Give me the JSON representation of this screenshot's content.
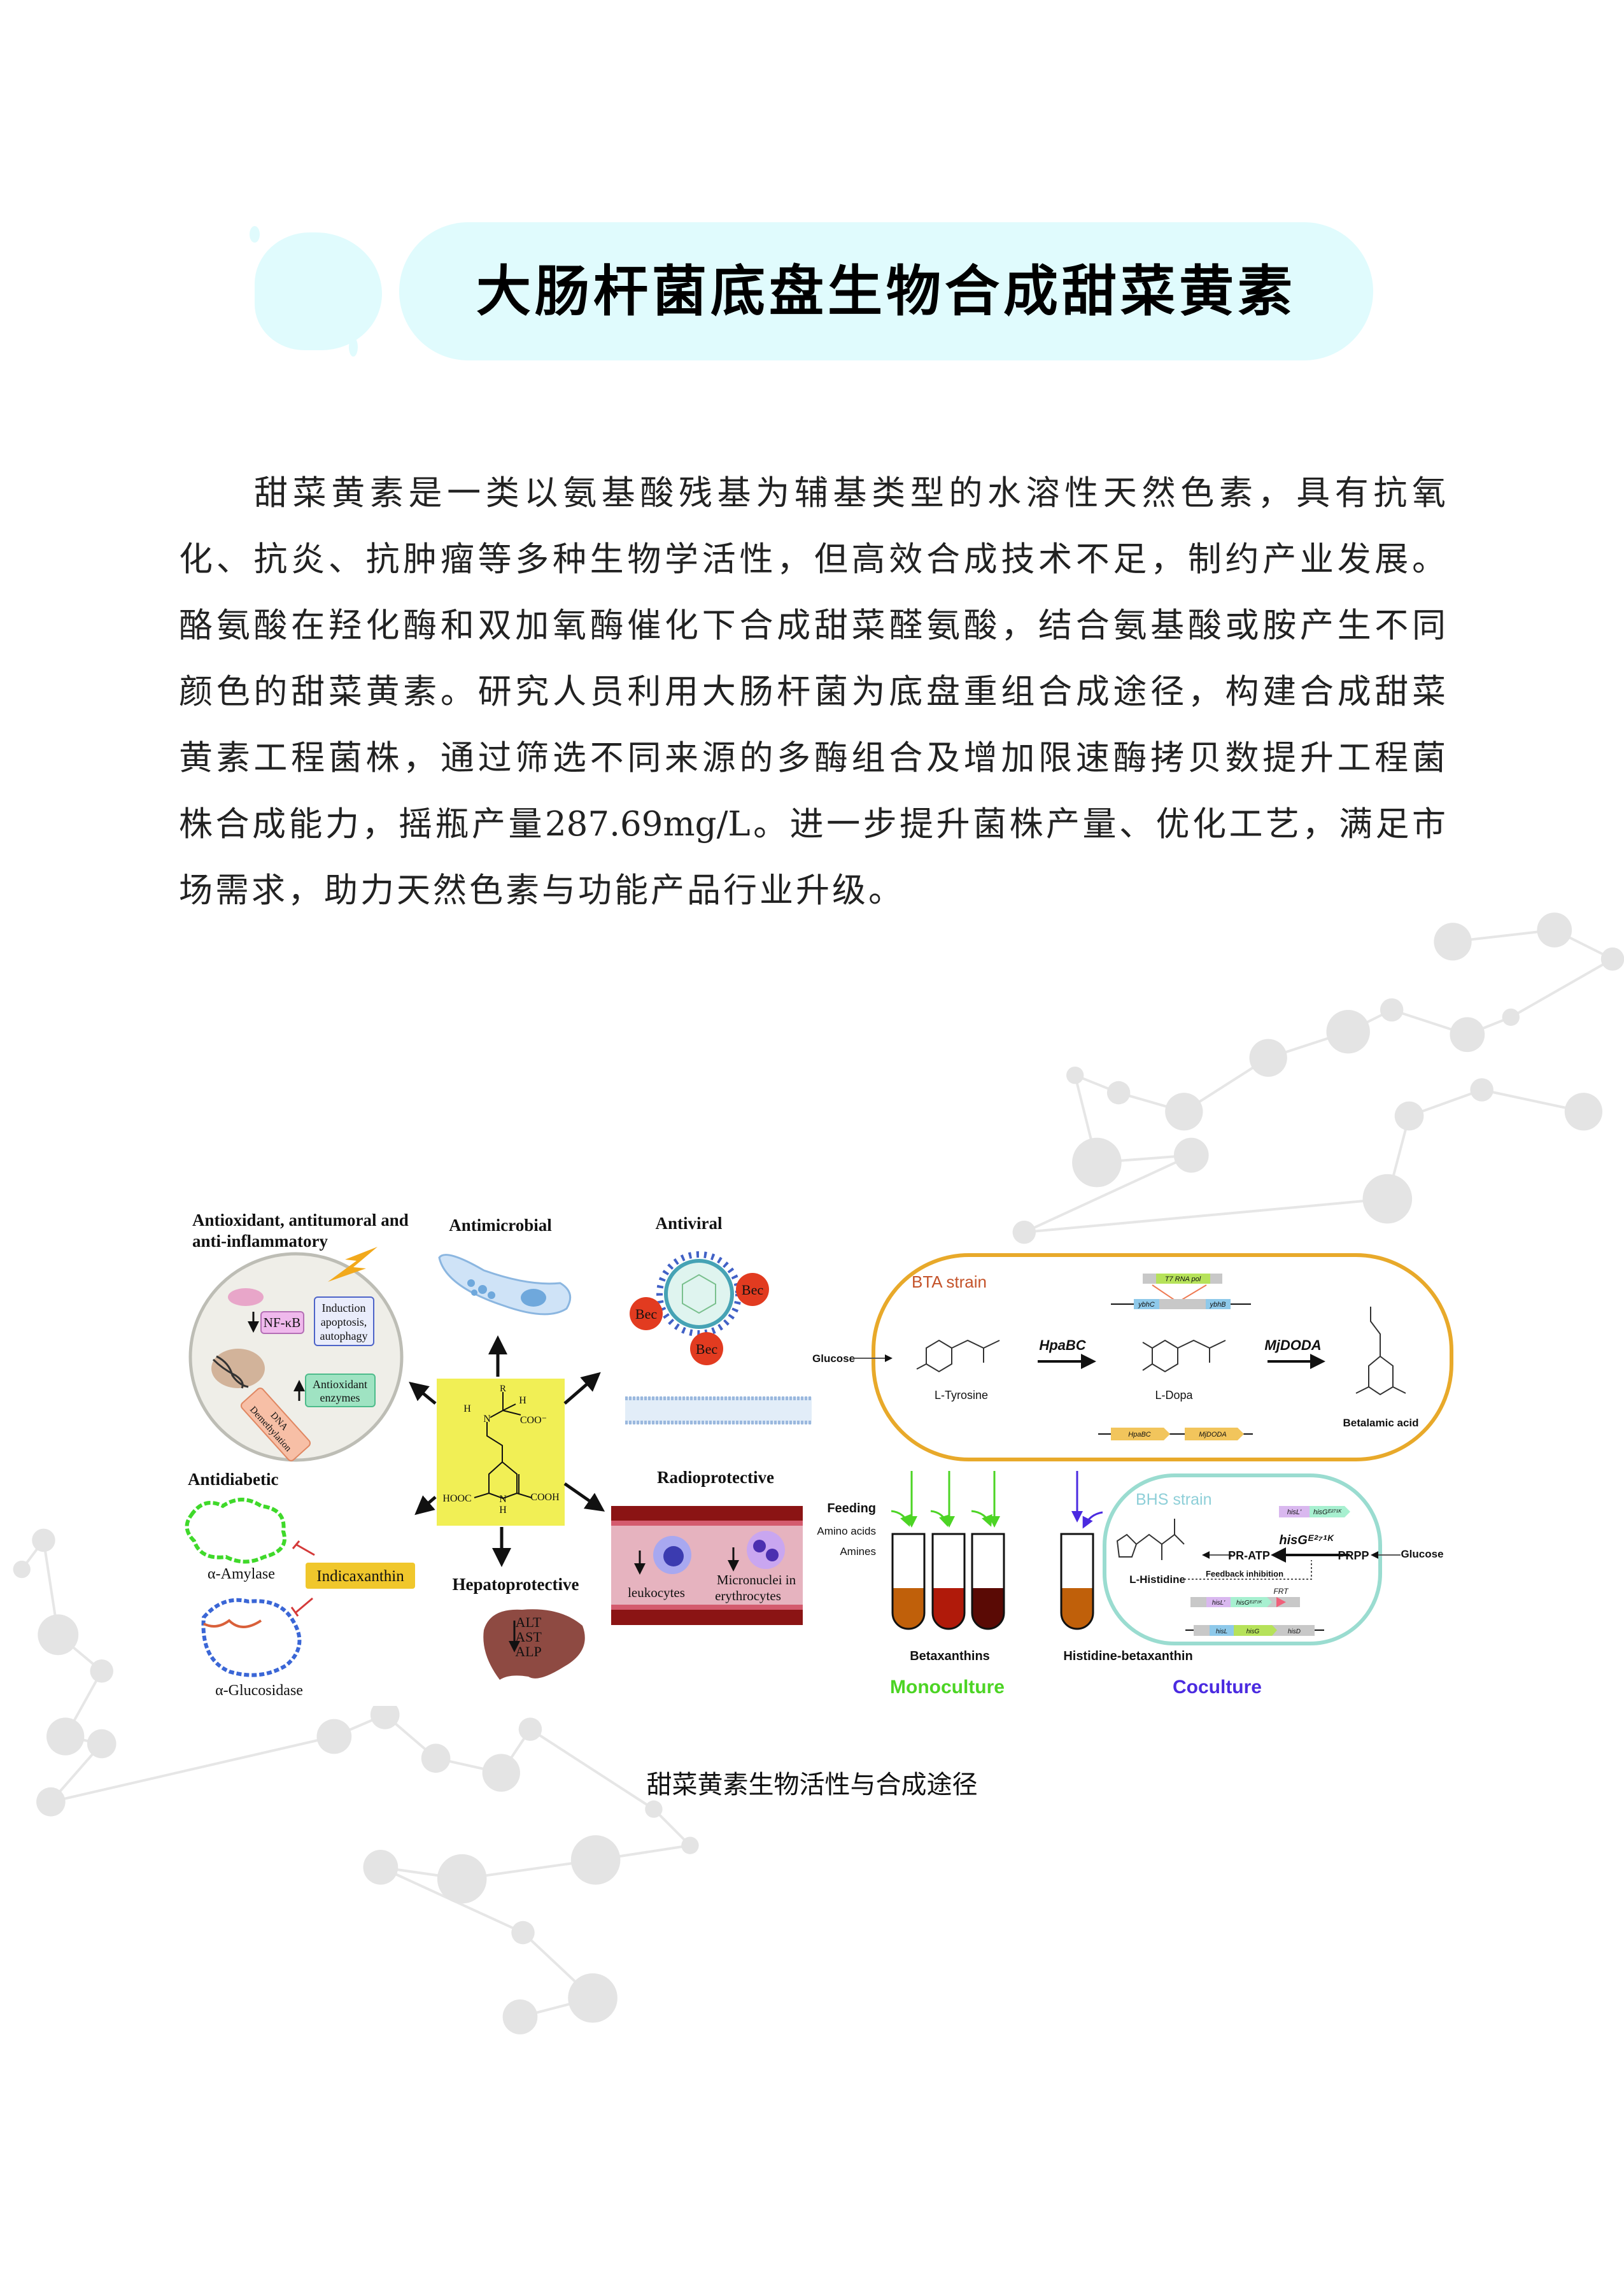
{
  "title": "大肠杆菌底盘生物合成甜菜黄素",
  "body": {
    "lines": [
      "甜菜黄素是一类以氨基酸残基为辅基类型的水溶性天然色素，具有抗氧",
      "化、抗炎、抗肿瘤等多种生物学活性，但高效合成技术不足，制约产业发展。",
      "酪氨酸在羟化酶和双加氧酶催化下合成甜菜醛氨酸，结合氨基酸或胺产生不同",
      "颜色的甜菜黄素。研究人员利用大肠杆菌为底盘重组合成途径，构建合成甜菜",
      "黄素工程菌株，通过筛选不同来源的多酶组合及增加限速酶拷贝数提升工程菌",
      "株合成能力，摇瓶产量287.69mg/L。进一步提升菌株产量、优化工艺，满足市",
      "场需求，助力天然色素与功能产品行业升级。"
    ]
  },
  "figure": {
    "left": {
      "antiox_title_1": "Antioxidant, antitumoral and",
      "antiox_title_2": "anti-inflammatory",
      "nfkb": "NF-κB",
      "induction_1": "Induction",
      "induction_2": "apoptosis,",
      "induction_3": "autophagy",
      "antiox_enz_1": "Antioxidant",
      "antiox_enz_2": "enzymes",
      "dna_1": "DNA",
      "dna_2": "Demethylation",
      "antimicrobial": "Antimicrobial",
      "antiviral": "Antiviral",
      "bec": "Bec",
      "antidiabetic": "Antidiabetic",
      "amylase": "α-Amylase",
      "glucosidase": "α-Glucosidase",
      "indicaxanthin": "Indicaxanthin",
      "hepatoprotective": "Hepatoprotective",
      "alt": "ALT",
      "ast": "AST",
      "alp": "ALP",
      "radioprotective": "Radioprotective",
      "leukocytes": "leukocytes",
      "micronuclei_1": "Micronuclei in",
      "micronuclei_2": "erythrocytes",
      "mol": {
        "r": "R",
        "h": "H",
        "n": "N",
        "coo": "COO⁻",
        "hooc": "HOOC",
        "cooh": "COOH"
      }
    },
    "right": {
      "bta_strain": "BTA strain",
      "t7": "T7 RNA pol",
      "ybhc": "ybhC",
      "ybhb": "ybhB",
      "glucose": "Glucose",
      "tyrosine": "L-Tyrosine",
      "hpabc": "HpaBC",
      "dopa": "L-Dopa",
      "mjdoda": "MjDODA",
      "betalamic": "Betalamic acid",
      "feeding": "Feeding",
      "amino_acids": "Amino acids",
      "amines": "Amines",
      "betaxanthins": "Betaxanthins",
      "histidine_betaxanthin": "Histidine-betaxanthin",
      "monoculture": "Monoculture",
      "coculture": "Coculture",
      "bhs_strain": "BHS strain",
      "hisl": "hisL'",
      "hisg_mut": "hisGᴱ²⁷¹ᴷ",
      "pr_atp": "PR-ATP",
      "prpp": "PRPP",
      "l_histidine": "L-Histidine",
      "feedback": "Feedback inhibition",
      "frt": "FRT",
      "hisl2": "hisL",
      "hisg": "hisG",
      "hisd": "hisD"
    },
    "colors": {
      "bta": "#e8a92a",
      "bhs": "#9adcd0",
      "mono": "#4cd424",
      "co": "#4a2ae0",
      "yellow": "#f1ef55"
    }
  },
  "caption": "甜菜黄素生物活性与合成途径"
}
